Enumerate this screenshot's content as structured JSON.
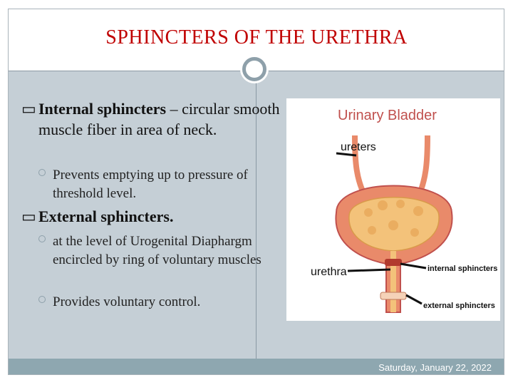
{
  "slide": {
    "title": "SPHINCTERS OF THE URETHRA",
    "bullets": [
      {
        "marker": "",
        "bold": "Internal sphincters",
        "rest": " – circular smooth muscle fiber in area of neck."
      },
      {
        "marker": "",
        "bold": "External sphincters.",
        "rest": ""
      }
    ],
    "subs": [
      "Prevents emptying up to pressure of threshold level.",
      "at the level of Urogenital Diaphargm encircled by ring of voluntary muscles",
      "Provides voluntary control."
    ],
    "footer_date": "Saturday, January 22, 2022"
  },
  "figure": {
    "title": "Urinary Bladder",
    "labels": {
      "ureters": "ureters",
      "urethra": "urethra",
      "internal": "internal sphincters",
      "external": "external sphincters"
    },
    "colors": {
      "muscle": "#e98a6a",
      "lining": "#f3c27a",
      "outline": "#c0504d",
      "title": "#c0504d"
    }
  }
}
